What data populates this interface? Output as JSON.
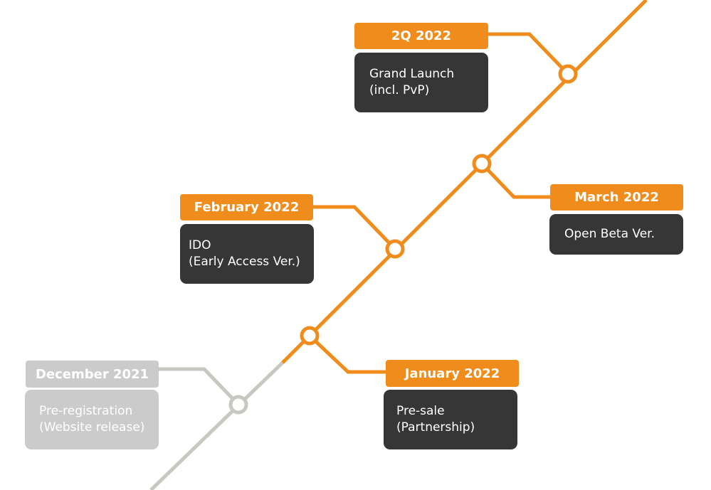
{
  "colors": {
    "accent": "#ef8c1c",
    "muted": "#cbcbcb",
    "dark": "#363636",
    "line_past": "#c9c7c2"
  },
  "milestones": [
    {
      "date": "December 2021",
      "lines": [
        "Pre-registration",
        "(Website release)"
      ],
      "status": "past"
    },
    {
      "date": "January 2022",
      "lines": [
        "Pre-sale",
        "(Partnership)"
      ],
      "status": "active"
    },
    {
      "date": "February 2022",
      "lines": [
        "IDO",
        "(Early Access Ver.)"
      ],
      "status": "active"
    },
    {
      "date": "March 2022",
      "lines": [
        "Open Beta Ver."
      ],
      "status": "active"
    },
    {
      "date": "2Q 2022",
      "lines": [
        "Grand Launch",
        "(incl. PvP)"
      ],
      "status": "active"
    }
  ]
}
